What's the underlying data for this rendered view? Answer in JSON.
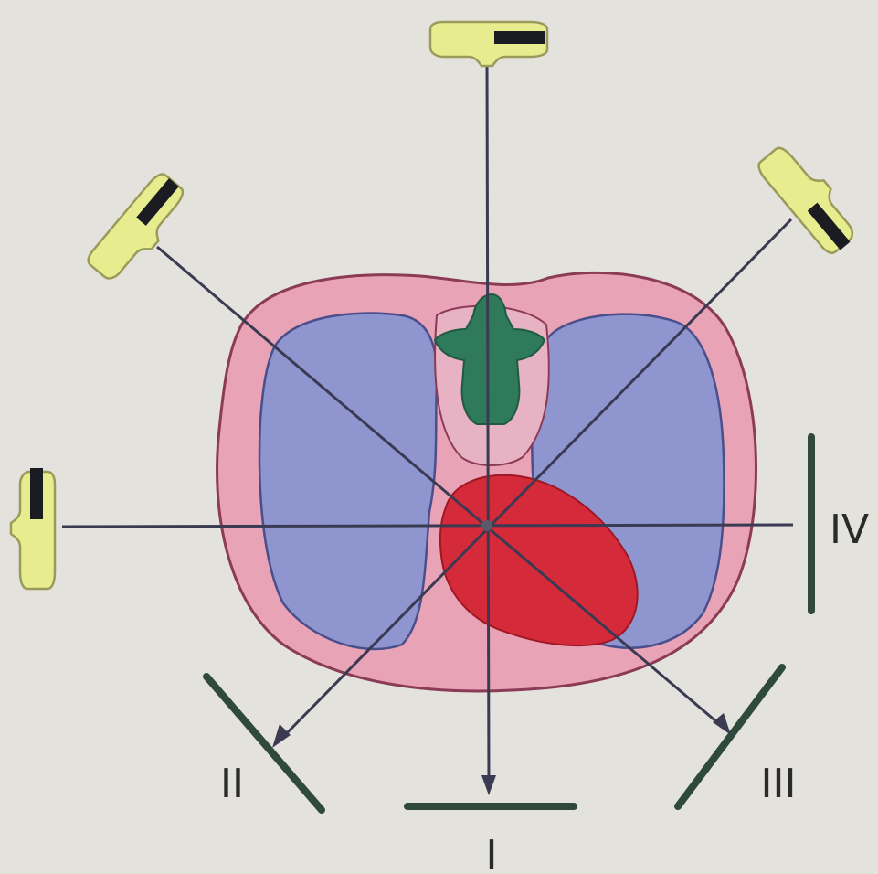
{
  "colors": {
    "background": "#e4e2dc",
    "body_outer": "#e8a3b6",
    "body_outline": "#8c3b57",
    "lung": "#8f95cf",
    "lung_outline": "#4a4f8c",
    "mediastinum": "#e6b2c4",
    "vertebra": "#2e7a5a",
    "heart": "#d42a3a",
    "tube": "#e7ec8f",
    "tube_outline": "#9a9a5a",
    "detector": "#2f4a3c",
    "beam": "#3a3a52"
  },
  "labels": {
    "detector_i": "I",
    "detector_ii": "II",
    "detector_iii": "III",
    "detector_iv": "IV"
  },
  "icons": [
    "xray-tube-icon",
    "vertebra-icon",
    "heart-icon",
    "detector-plate-icon"
  ]
}
